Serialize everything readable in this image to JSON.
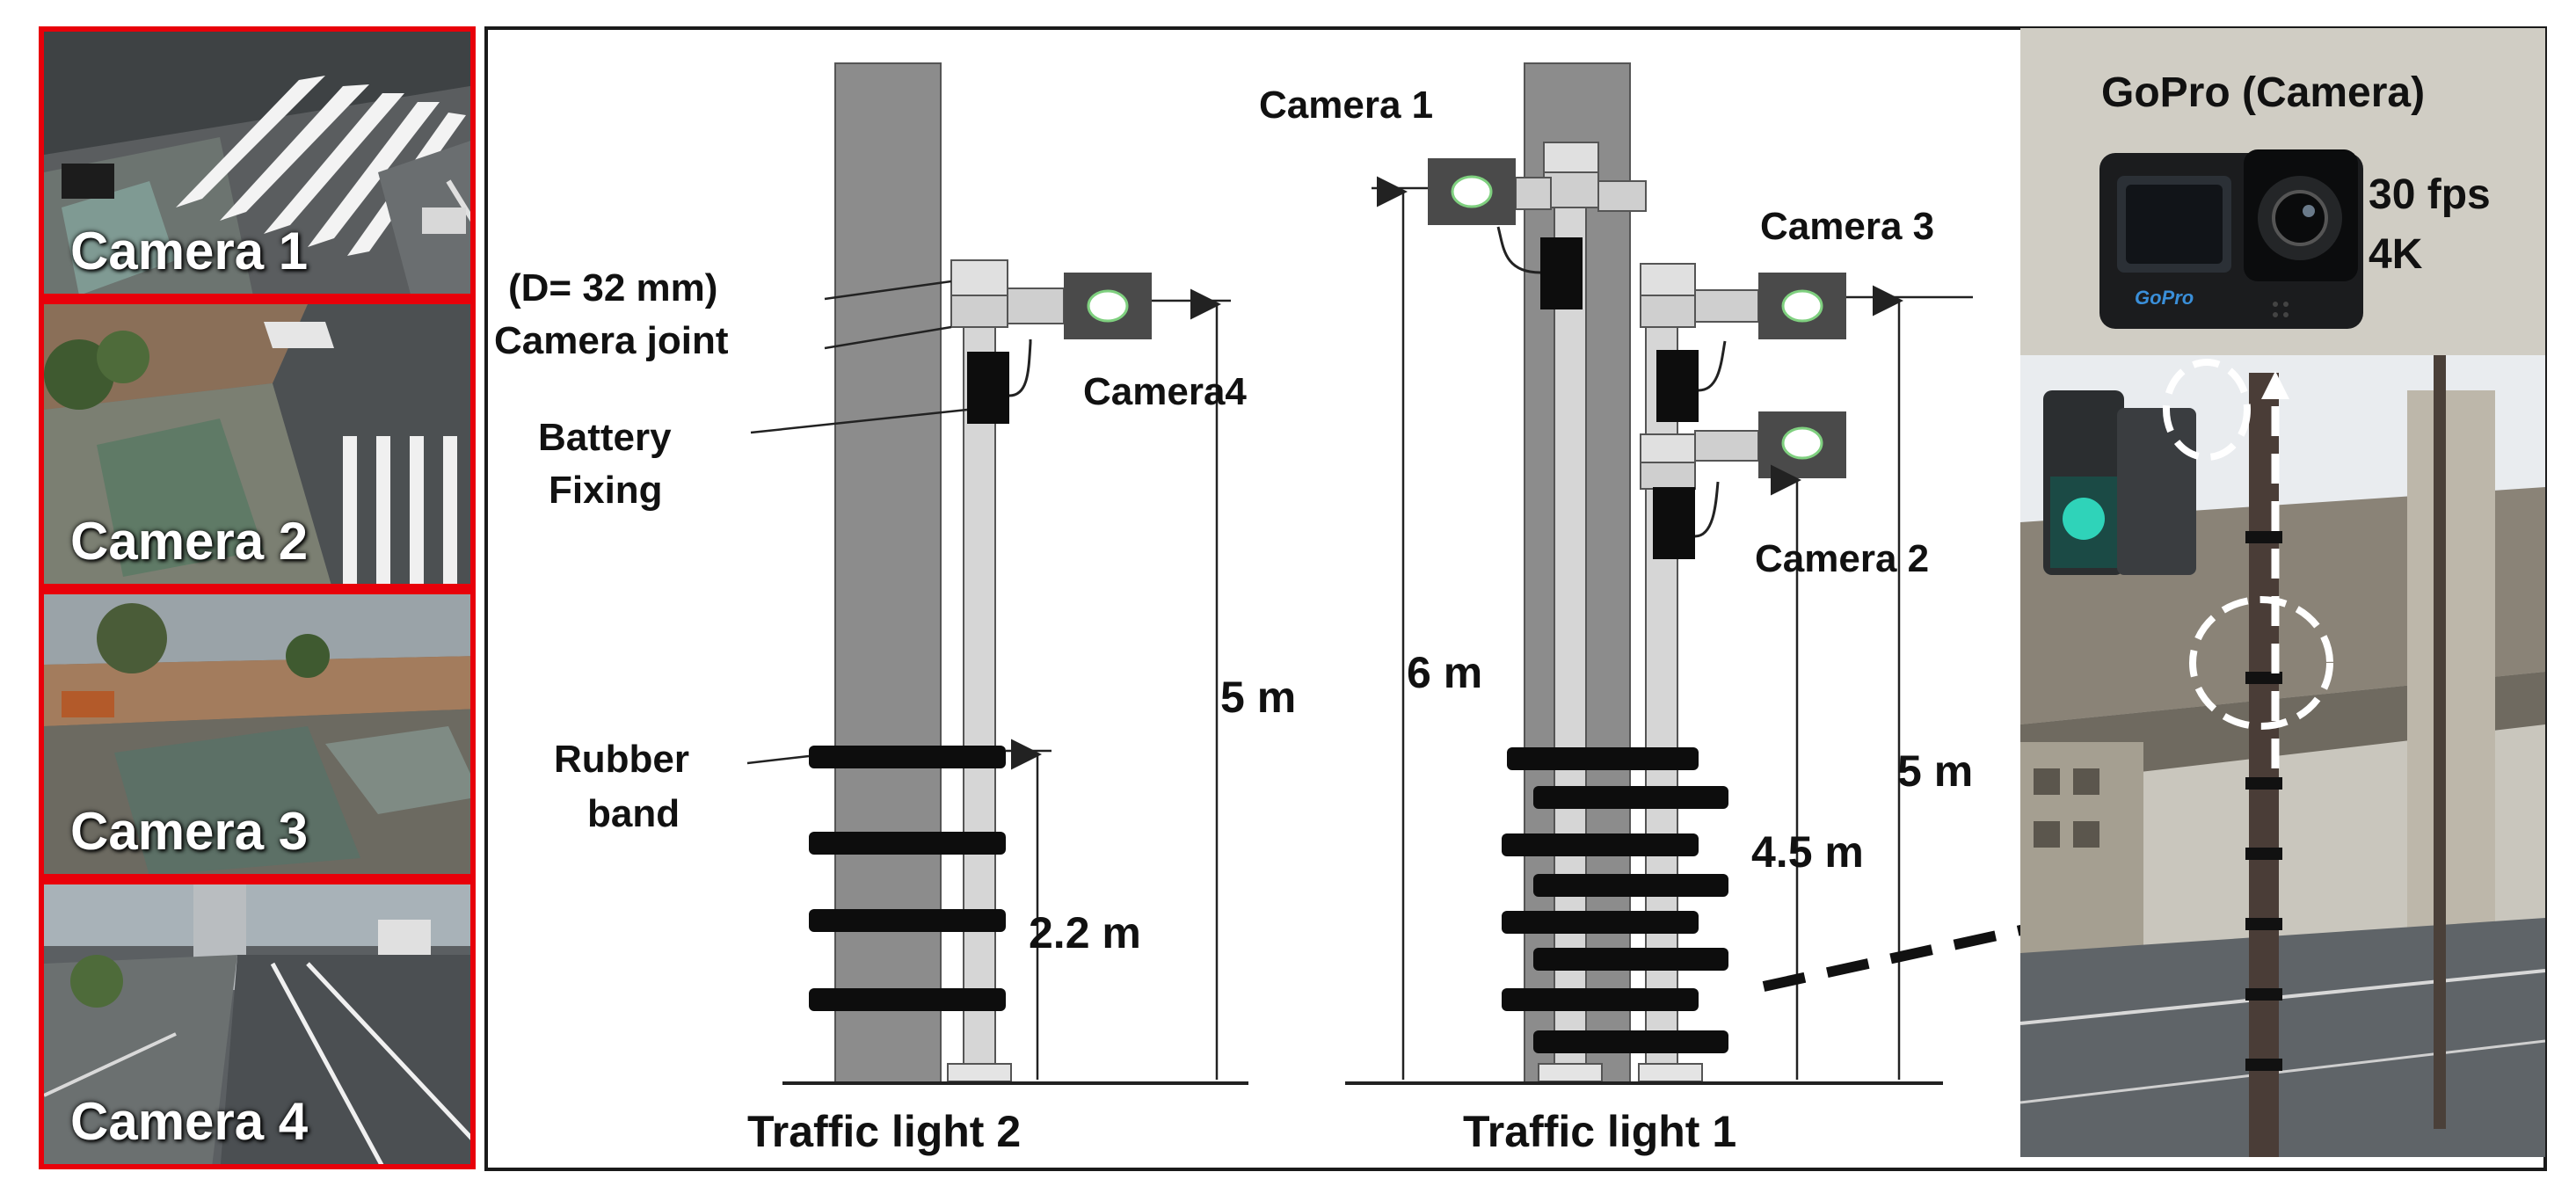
{
  "thumbnails": [
    {
      "label": "Camera 1"
    },
    {
      "label": "Camera 2"
    },
    {
      "label": "Camera 3"
    },
    {
      "label": "Camera 4"
    }
  ],
  "diagram": {
    "traffic_light_2": {
      "title": "Traffic light 2",
      "diameter": "(D= 32 mm)",
      "camera_joint": "Camera joint",
      "battery_line1": "Battery",
      "battery_line2": "Fixing",
      "camera4": "Camera4",
      "rubber_line1": "Rubber",
      "rubber_line2": "band",
      "height_5m": "5 m",
      "height_22m": "2.2 m"
    },
    "traffic_light_1": {
      "title": "Traffic light 1",
      "camera1": "Camera 1",
      "camera3": "Camera 3",
      "camera2": "Camera 2",
      "height_6m": "6 m",
      "height_5m": "5 m",
      "height_45m": "4.5 m"
    },
    "gopro": {
      "title": "GoPro (Camera)",
      "fps": "30 fps",
      "resolution": "4K",
      "brand": "GoPro"
    }
  },
  "colors": {
    "thumb_border": "#e8000a",
    "pole_dark": "#8c8c8c",
    "pole_light": "#d6d6d6",
    "camera_box": "#4a4a4a",
    "lens": "#ffffff",
    "band": "#0d0d0d"
  }
}
